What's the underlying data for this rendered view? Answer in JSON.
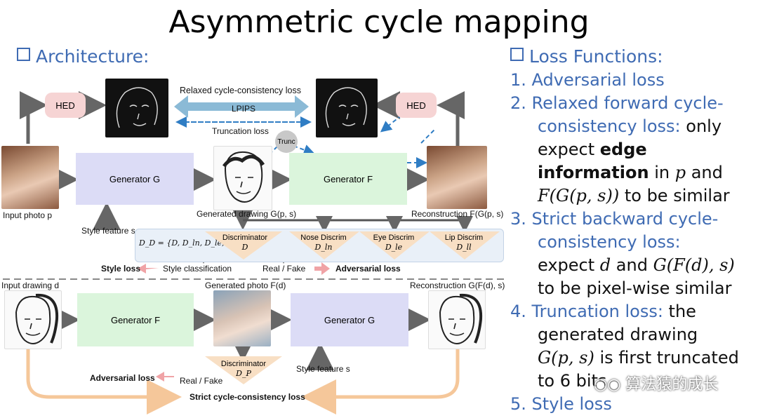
{
  "title": "Asymmetric cycle mapping",
  "architecture_heading": "Architecture:",
  "loss_heading": "Loss Functions:",
  "loss_items": [
    {
      "num": "1.",
      "blue": "Adversarial loss"
    },
    {
      "num": "2.",
      "blue_l1": "Relaxed forward cycle-",
      "blue_l2": "consistency loss:",
      "black_l2": " only",
      "l3": "expect ",
      "l3_bold": "edge",
      "l4_bold": "information",
      "l4": " in ",
      "l4_math": "p",
      "l4_end": " and",
      "l5_math": "F(G(p, s))",
      "l5": " to be similar"
    },
    {
      "num": "3.",
      "blue_l1": "Strict backward cycle-",
      "blue_l2": "consistency loss:",
      "l3": "expect ",
      "l3_math1": "d",
      "l3_mid": " and ",
      "l3_math2": "G(F(d), s)",
      "l4": "to be pixel-wise similar"
    },
    {
      "num": "4.",
      "blue_l1": "Truncation loss:",
      "black_l1": " the",
      "l2": "generated drawing",
      "l3_math": "G(p, s)",
      "l3": " is first truncated",
      "l4": "to 6 bits"
    },
    {
      "num": "5.",
      "blue": "Style loss"
    }
  ],
  "watermark": "算法猿的成长",
  "diagram": {
    "hed_left": "HED",
    "hed_right": "HED",
    "relaxed_loss": "Relaxed cycle-consistency loss",
    "lpips": "LPIPS",
    "truncation_loss": "Truncation loss",
    "trunc": "Trunc",
    "generator_g": "Generator G",
    "generator_f": "Generator F",
    "input_photo": "Input photo p",
    "style_feature": "Style feature s",
    "generated_drawing": "Generated drawing G(p, s)",
    "reconstruction_top": "Reconstruction F(G(p, s)",
    "d_set": "D_D = {D, D_ln, D_le, D_ll}",
    "disc_main": "Discriminator",
    "disc_main_sym": "D",
    "disc_nose": "Nose Discrim",
    "disc_nose_sym": "D_ln",
    "disc_eye": "Eye Discrim",
    "disc_eye_sym": "D_le",
    "disc_lip": "Lip Discrim",
    "disc_lip_sym": "D_ll",
    "style_loss": "Style loss",
    "style_classification": "Style classification",
    "real_fake": "Real / Fake",
    "adversarial_loss": "Adversarial loss",
    "input_drawing": "Input drawing d",
    "generated_photo": "Generated photo F(d)",
    "reconstruction_bottom": "Reconstruction G(F(d), s)",
    "generator_f2": "Generator F",
    "generator_g2": "Generator G",
    "disc_bottom": "Discriminator",
    "disc_bottom_sym": "D_P",
    "style_feature2": "Style feature s",
    "adversarial_loss2": "Adversarial loss",
    "real_fake2": "Real / Fake",
    "strict_loss": "Strict cycle-consistency loss"
  },
  "colors": {
    "accent_blue": "#3f6bb3",
    "hed_fill": "#f6d4d4",
    "gen_g_fill": "#dcdcf6",
    "gen_f_fill": "#dbf5dc",
    "lpips_arrow": "#8bbad6",
    "pink_arrow": "#f0a3a6",
    "orange_arrow": "#f5c79a"
  }
}
